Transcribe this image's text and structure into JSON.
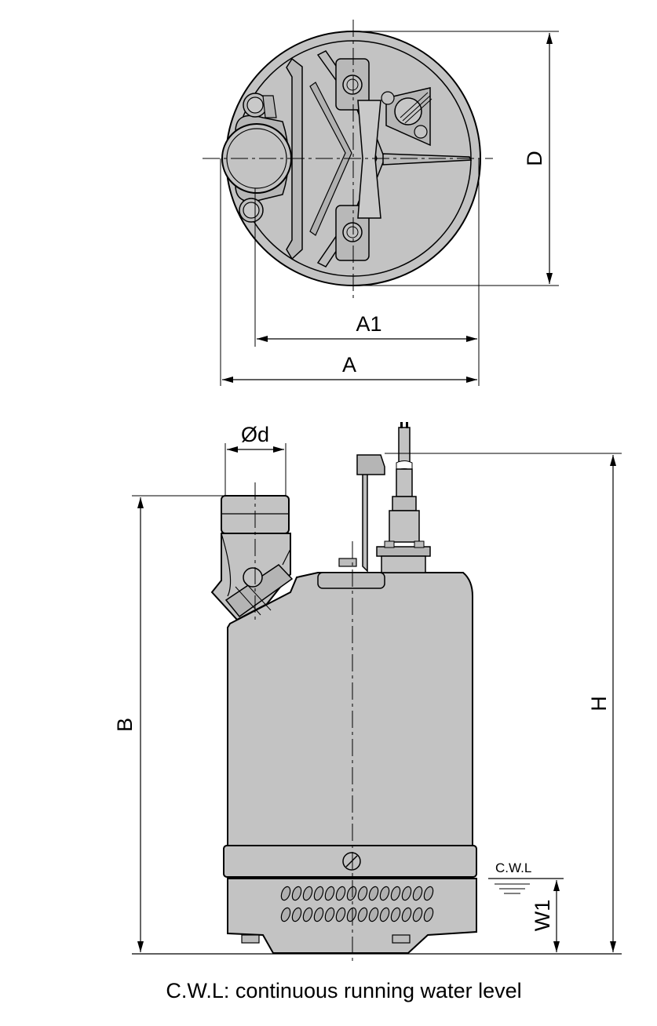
{
  "labels": {
    "dim_D": "D",
    "dim_A1": "A1",
    "dim_A": "A",
    "dim_d": "Ød",
    "dim_B": "B",
    "dim_H": "H",
    "dim_W1": "W1",
    "cwl_mark": "C.W.L"
  },
  "caption": "C.W.L: continuous running water level",
  "colors": {
    "body": "#c3c3c3",
    "body_dark": "#a8a8a8",
    "line": "#000000"
  }
}
